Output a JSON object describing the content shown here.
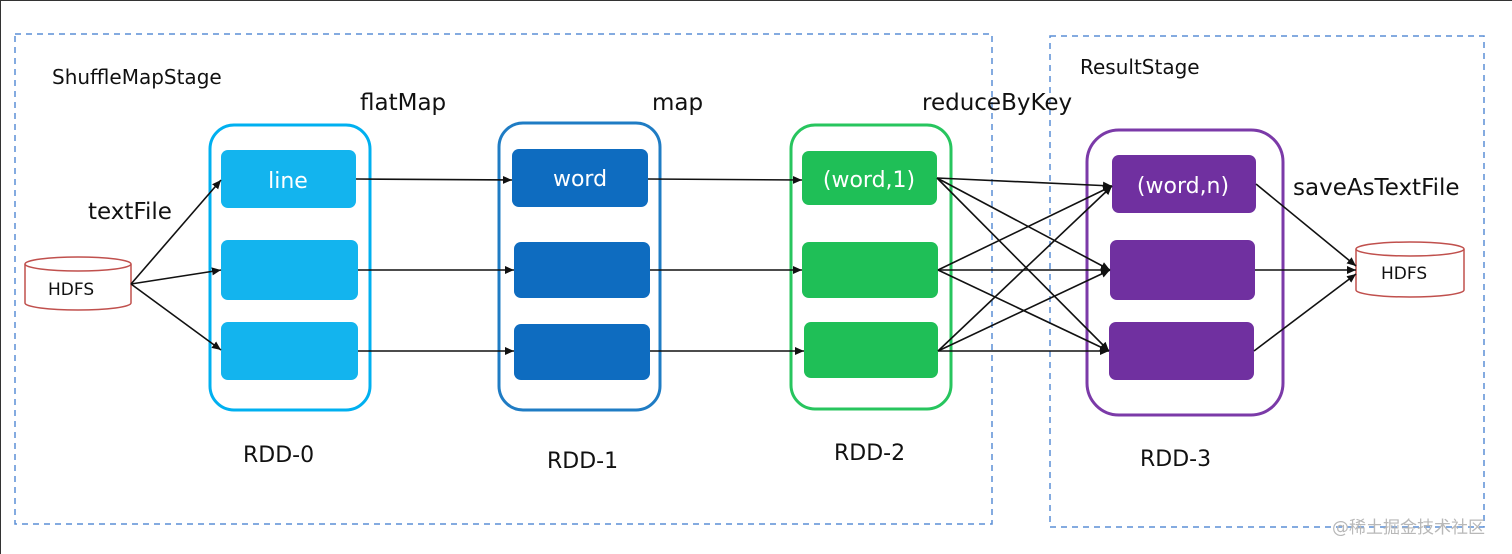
{
  "stages": {
    "shuffle": "ShuffleMapStage",
    "result": "ResultStage"
  },
  "operations": {
    "text_file": "textFile",
    "flat_map": "flatMap",
    "map": "map",
    "reduce_by_key": "reduceByKey",
    "save_as_text_file": "saveAsTextFile"
  },
  "storage": {
    "source": "HDFS",
    "sink": "HDFS"
  },
  "rdds": [
    {
      "name": "RDD-0",
      "color": "#00b0f0",
      "cell_color": "#13b4ee",
      "first_cell": "line"
    },
    {
      "name": "RDD-1",
      "color": "#1f7cc4",
      "cell_color": "#0e6cc0",
      "first_cell": "word"
    },
    {
      "name": "RDD-2",
      "color": "#27c55e",
      "cell_color": "#1fbf57",
      "first_cell": "(word,1)"
    },
    {
      "name": "RDD-3",
      "color": "#7b3aa8",
      "cell_color": "#7030a0",
      "first_cell": "(word,n)"
    }
  ],
  "watermark": "@稀土掘金技术社区"
}
